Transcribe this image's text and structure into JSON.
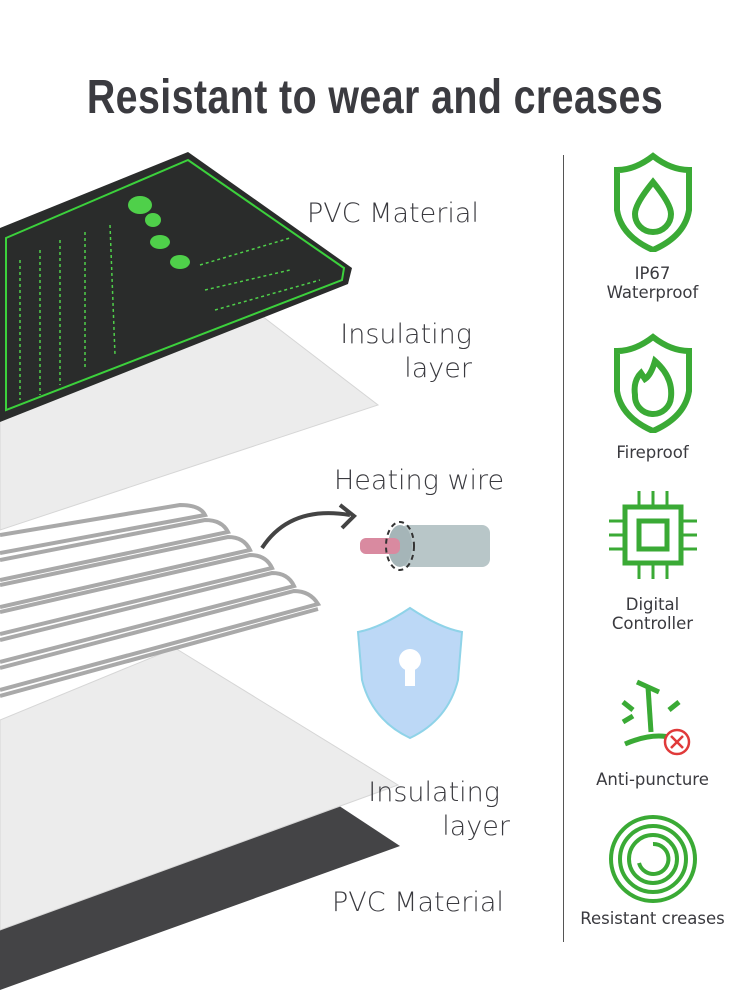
{
  "title": "Resistant to wear and creases",
  "layers": {
    "pvc_top": "PVC Material",
    "insulating_top_1": "Insulating",
    "insulating_top_2": "layer",
    "heating_wire": "Heating wire",
    "insulating_bottom_1": "Insulating",
    "insulating_bottom_2": "layer",
    "pvc_bottom": "PVC Material"
  },
  "features": [
    {
      "icon": "shield-water-drop-icon",
      "line1": "IP67",
      "line2": "Waterproof"
    },
    {
      "icon": "shield-flame-icon",
      "line1": "Fireproof"
    },
    {
      "icon": "chip-icon",
      "line1": "Digital",
      "line2": "Controller"
    },
    {
      "icon": "nail-puncture-icon",
      "line1": "Anti-puncture"
    },
    {
      "icon": "coil-icon",
      "line1": "Resistant creases"
    }
  ],
  "colors": {
    "accent": "#3aaa35",
    "text": "#3a3a3f",
    "mat": "#2a2c2b"
  }
}
